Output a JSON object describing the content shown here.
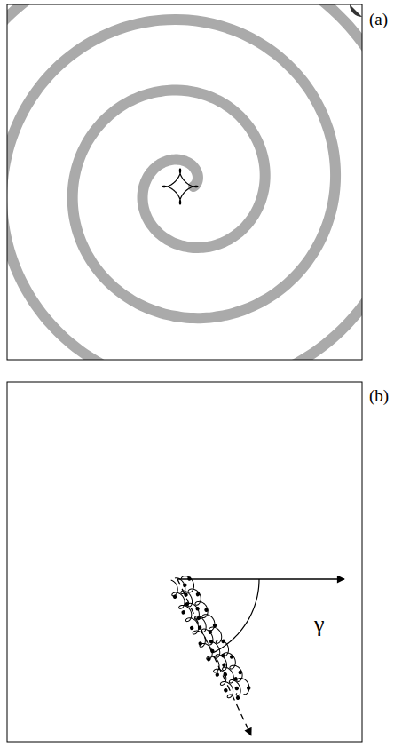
{
  "diagram": {
    "labels": [
      "(a)",
      "(b)",
      "γ"
    ]
  }
}
